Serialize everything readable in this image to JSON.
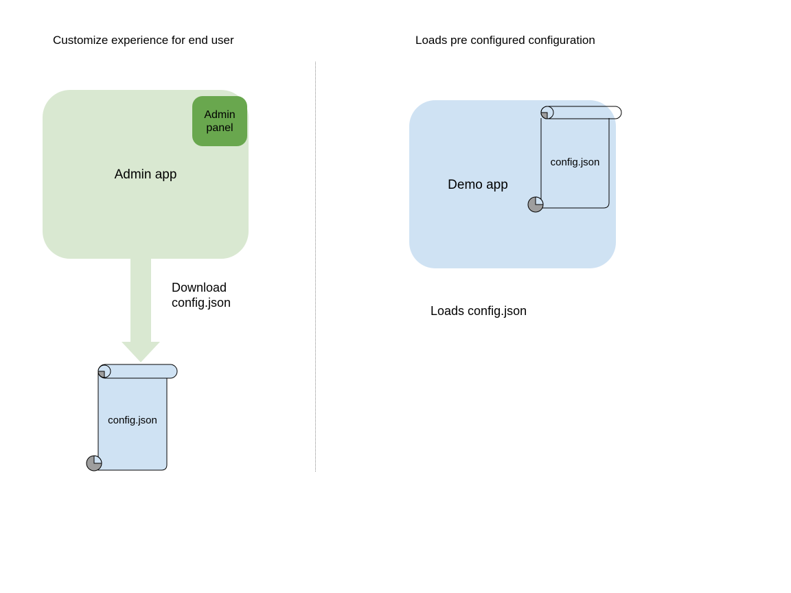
{
  "header": {
    "left_title": "Customize experience for end user",
    "right_title": "Loads pre configured configuration"
  },
  "left": {
    "admin_app_label": "Admin app",
    "admin_panel_label": "Admin panel",
    "arrow_label": "Download\nconfig.json",
    "config_file_label": "config.json"
  },
  "right": {
    "demo_app_label": "Demo app",
    "config_file_label": "config.json",
    "loads_label": "Loads config.json"
  },
  "colors": {
    "admin_app_fill": "#d9e8d1",
    "admin_panel_fill": "#69a74e",
    "arrow_fill": "#d9e8d1",
    "demo_app_fill": "#cfe2f3",
    "scroll_fill": "#cfe2f3",
    "scroll_curl_gray": "#9e9e9e",
    "outline": "#000000",
    "divider": "#8a8a8a",
    "text": "#000000"
  }
}
